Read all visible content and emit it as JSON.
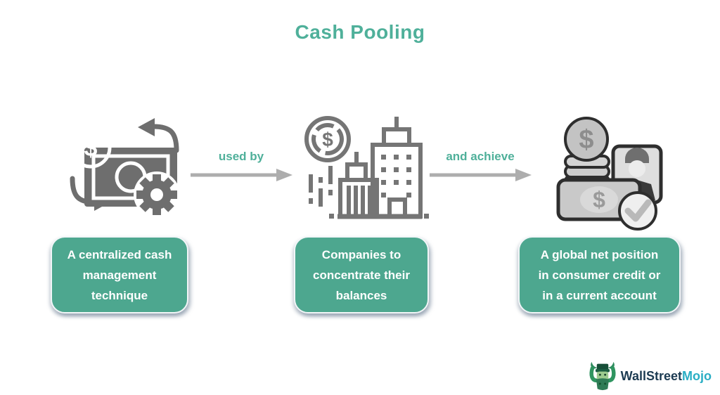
{
  "title": "Cash Pooling",
  "flow": {
    "step1_label": "used by",
    "step2_label": "and achieve"
  },
  "boxes": [
    {
      "line1": "A centralized cash",
      "line2": "management",
      "line3": "technique"
    },
    {
      "line1": "Companies to",
      "line2": "concentrate their",
      "line3": "balances"
    },
    {
      "line1": "A global net position",
      "line2": "in consumer credit or",
      "line3": "in a current account"
    }
  ],
  "glyphs": {
    "dollar": "$"
  },
  "logo": {
    "brand_primary": "WallStreet",
    "brand_accent": "Mojo"
  },
  "colors": {
    "teal_text": "#4FB09A",
    "teal_box": "#4DA78F",
    "icon_gray": "#6E6E6E",
    "outline_gray": "#757575",
    "arrow_gray": "#ADADAD",
    "logo_navy": "#1C3B52",
    "logo_teal": "#2AAEC4"
  }
}
